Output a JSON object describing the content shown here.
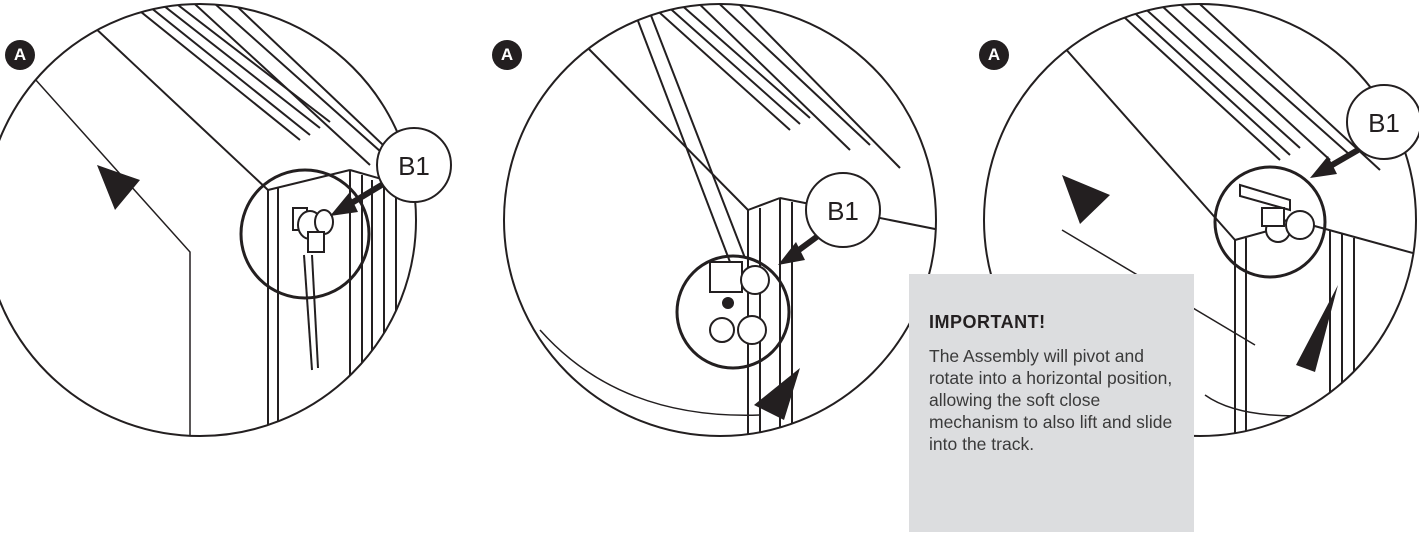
{
  "step_label": "A",
  "part_label": "B1",
  "note": {
    "title": "IMPORTANT!",
    "body": "The Assembly will pivot and rotate into a horizontal position, allowing the soft close mechanism to also lift and slide into the track."
  },
  "colors": {
    "ink": "#231f20",
    "note_bg": "#dcdddf"
  }
}
